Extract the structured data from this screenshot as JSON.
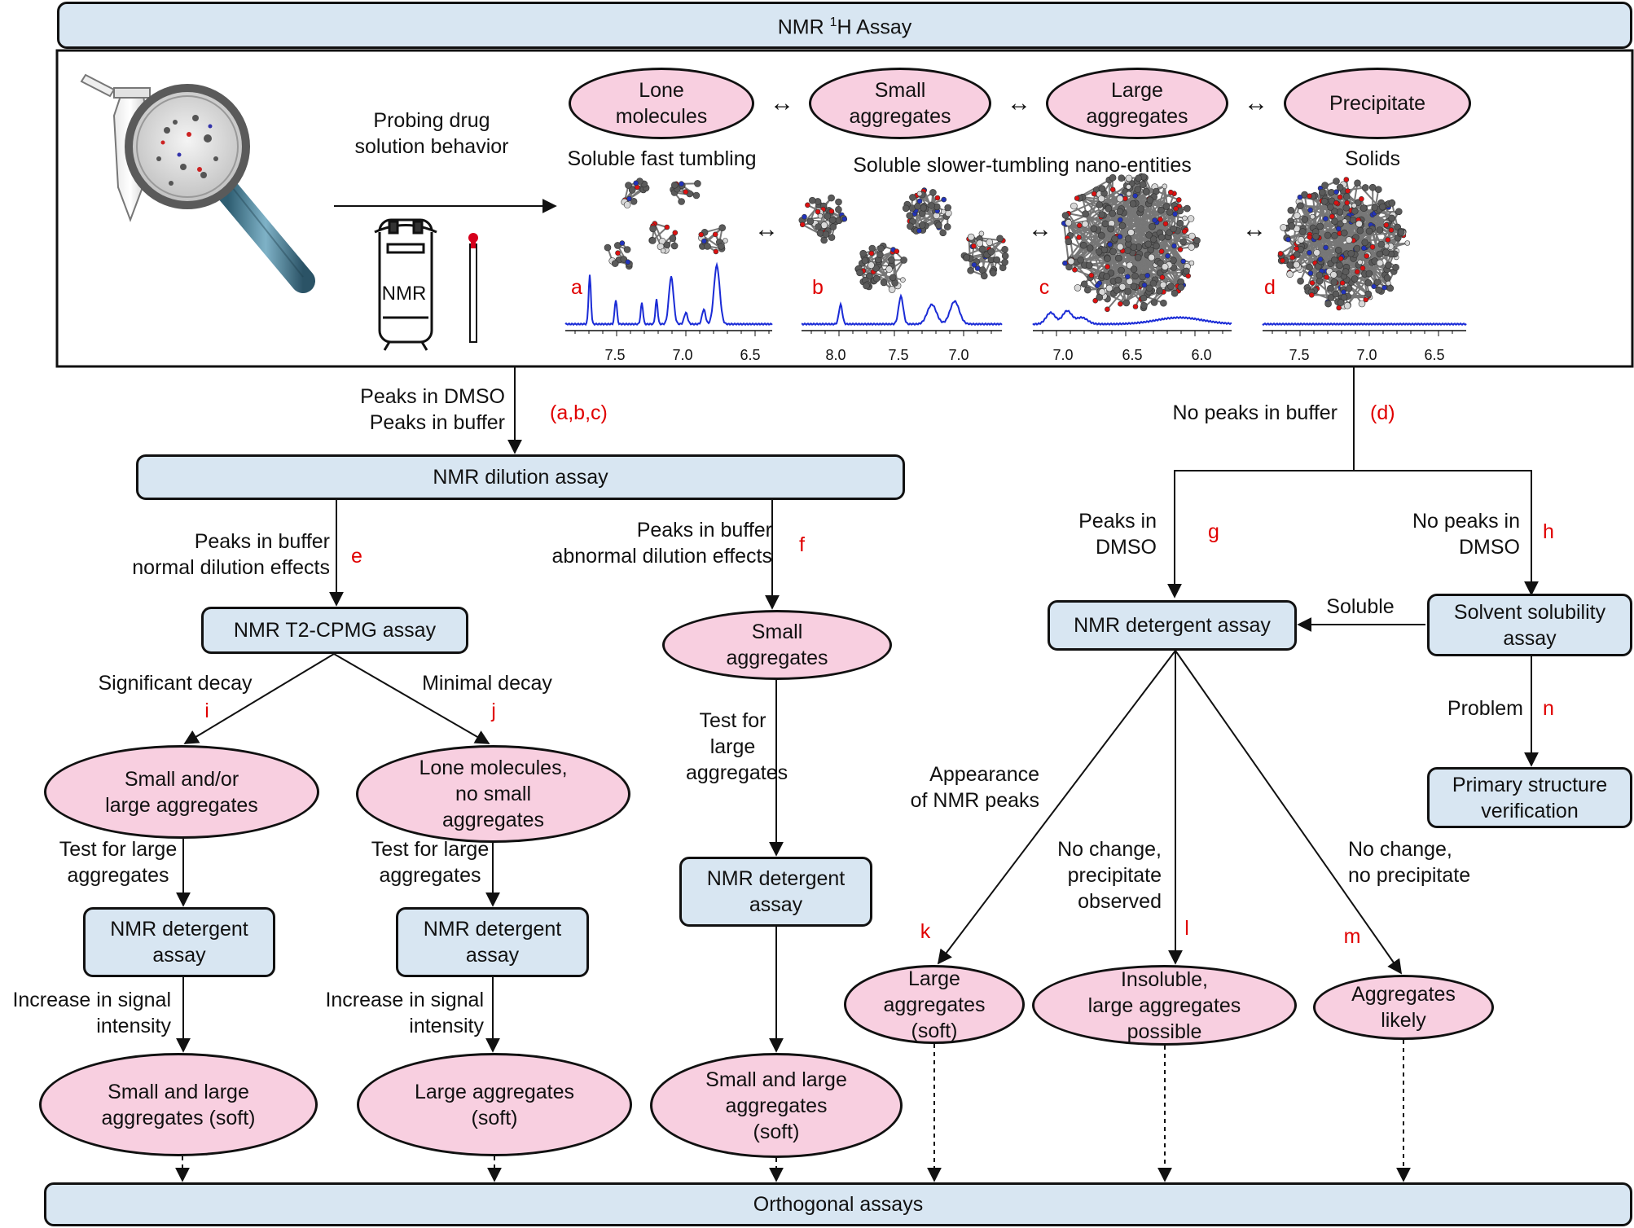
{
  "title": {
    "pre": "NMR ",
    "sup": "1",
    "post": "H Assay"
  },
  "probe": {
    "line1": "Probing drug",
    "line2": "solution behavior"
  },
  "nmr_label": "NMR",
  "states": [
    "Lone molecules",
    "Small aggregates",
    "Large aggregates",
    "Precipitate"
  ],
  "state_lines": [
    [
      "Lone",
      "molecules"
    ],
    [
      "Small",
      "aggregates"
    ],
    [
      "Large",
      "aggregates"
    ],
    [
      "Precipitate"
    ]
  ],
  "descriptions": {
    "fast": "Soluble fast tumbling",
    "slow": "Soluble slower-tumbling nano-entities",
    "solids": "Solids"
  },
  "arrow_symbol": "↔",
  "spectra": [
    {
      "letter": "a",
      "ticks": [
        "7.5",
        "7.0",
        "6.5"
      ]
    },
    {
      "letter": "b",
      "ticks": [
        "8.0",
        "7.5",
        "7.0"
      ]
    },
    {
      "letter": "c",
      "ticks": [
        "7.0",
        "6.5",
        "6.0"
      ]
    },
    {
      "letter": "d",
      "ticks": [
        "7.5",
        "7.0",
        "6.5"
      ]
    }
  ],
  "left_branch": {
    "line1": "Peaks in DMSO",
    "line2": "Peaks in buffer",
    "letter": "(a,b,c)"
  },
  "right_branch": {
    "text": "No peaks in buffer",
    "letter": "(d)"
  },
  "boxes": {
    "dilution": "NMR dilution assay",
    "t2": "NMR T2-CPMG assay",
    "detergent_main": "NMR detergent assay",
    "solvent": [
      "Solvent solubility",
      "assay"
    ],
    "primary": [
      "Primary structure",
      "verification"
    ],
    "det_i": [
      "NMR detergent",
      "assay"
    ],
    "det_j": [
      "NMR detergent",
      "assay"
    ],
    "det_f": [
      "NMR detergent",
      "assay"
    ],
    "orthogonal": "Orthogonal assays"
  },
  "ellipses": {
    "small_agg_f": [
      "Small",
      "aggregates"
    ],
    "small_large_i": [
      "Small and/or",
      "large aggregates"
    ],
    "lone_j": [
      "Lone molecules,",
      "no small",
      "aggregates"
    ],
    "final_i": [
      "Small and large",
      "aggregates (soft)"
    ],
    "final_j": [
      "Large aggregates",
      "(soft)"
    ],
    "final_f": [
      "Small and large",
      "aggregates",
      "(soft)"
    ],
    "k": [
      "Large",
      "aggregates",
      "(soft)"
    ],
    "l": [
      "Insoluble,",
      "large aggregates",
      "possible"
    ],
    "m": [
      "Aggregates",
      "likely"
    ]
  },
  "edges": {
    "e": {
      "lines": [
        "Peaks in buffer",
        "normal dilution effects"
      ],
      "letter": "e"
    },
    "f": {
      "lines": [
        "Peaks in buffer",
        "abnormal dilution effects"
      ],
      "letter": "f"
    },
    "g": {
      "lines": [
        "Peaks in",
        "DMSO"
      ],
      "letter": "g"
    },
    "h": {
      "lines": [
        "No peaks in",
        "DMSO"
      ],
      "letter": "h"
    },
    "soluble": "Soluble",
    "problem": {
      "text": "Problem",
      "letter": "n"
    },
    "i": {
      "text": "Significant decay",
      "letter": "i"
    },
    "j": {
      "text": "Minimal decay",
      "letter": "j"
    },
    "test_f": [
      "Test for",
      "large",
      "aggregates"
    ],
    "test_i": [
      "Test for large",
      "aggregates"
    ],
    "test_j": [
      "Test for large",
      "aggregates"
    ],
    "inc_i": [
      "Increase in signal",
      "intensity"
    ],
    "inc_j": [
      "Increase in signal",
      "intensity"
    ],
    "k": {
      "lines": [
        "Appearance",
        "of NMR peaks"
      ],
      "letter": "k"
    },
    "l": {
      "lines": [
        "No change,",
        "precipitate",
        "observed"
      ],
      "letter": "l"
    },
    "m": {
      "lines": [
        "No change,",
        "no precipitate"
      ],
      "letter": "m"
    }
  },
  "colors": {
    "box_fill": "#d8e6f2",
    "ellipse_fill": "#f8cfe0",
    "spectrum": "#1a2bd6",
    "letters": "#e00000"
  }
}
